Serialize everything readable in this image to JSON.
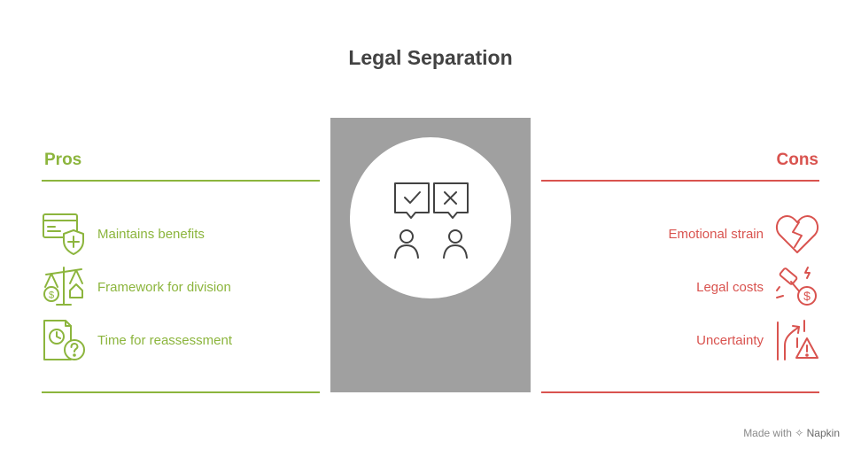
{
  "title": "Legal Separation",
  "pros": {
    "heading": "Pros",
    "color": "#8cb53d",
    "items": [
      {
        "label": "Maintains benefits",
        "icon": "card-shield-plus-icon"
      },
      {
        "label": "Framework for division",
        "icon": "scale-money-house-icon"
      },
      {
        "label": "Time for reassessment",
        "icon": "clock-question-icon"
      }
    ]
  },
  "cons": {
    "heading": "Cons",
    "color": "#d9534f",
    "items": [
      {
        "label": "Emotional strain",
        "icon": "broken-heart-icon"
      },
      {
        "label": "Legal costs",
        "icon": "gavel-money-icon"
      },
      {
        "label": "Uncertainty",
        "icon": "diverging-road-warning-icon"
      }
    ]
  },
  "center": {
    "icon": "two-people-check-cross-icon"
  },
  "footer": {
    "made_with": "Made with",
    "brand": "Napkin"
  }
}
